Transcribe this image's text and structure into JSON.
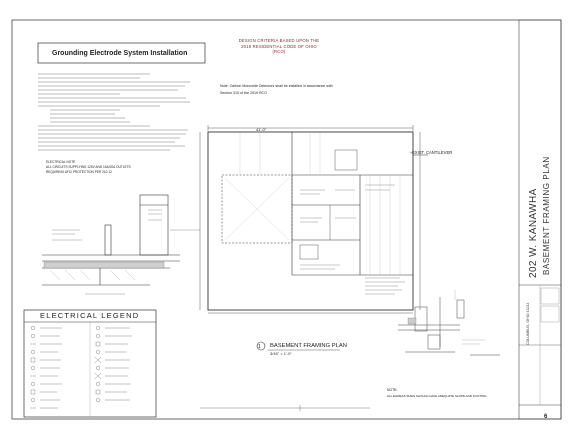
{
  "sheet": {
    "grounding_title": "Grounding Electrode System Installation",
    "code_stamp": "DESIGN CRITERIA BASED UPON THE 2019 RESIDENTIAL CODE OF OHIO (RCO)",
    "co_note_1": "Note: Carbon Monoxide Detectors shall be installed in accordance with",
    "co_note_2": "Section 315 of the 2019 RCO",
    "cantilever_label": "EXIST. CANTILEVER",
    "electrical_note_1": "ELECTRICAL NOTE",
    "electrical_note_2": "ALL CIRCUITS SUPPLYING 125V AND 15A/20A OUTLETS",
    "electrical_note_3": "REQUIRING AFCI PROTECTION PER 210.12",
    "legend_title": "ELECTRICAL LEGEND",
    "plan_number": "1",
    "plan_title": "BASEMENT FRAMING PLAN",
    "plan_scale": "3/16\" = 1'-0\"",
    "overall_dim": "41'-0\"",
    "bottom_note_1": "NOTE:",
    "bottom_note_2": "ALL EGRESS SIZES SHOULD HAVE ADEQUATE SLOPE AND FOOTING",
    "address_title": "202 W. KANAWHA",
    "sheet_title": "BASEMENT FRAMING PLAN",
    "city": "COLUMBUS, OHIO 43214",
    "page_number": "6",
    "colors": {
      "line": "#333333",
      "light": "#9a9a9a",
      "stamp": "#8a2a2a",
      "paper": "#ffffff"
    }
  }
}
